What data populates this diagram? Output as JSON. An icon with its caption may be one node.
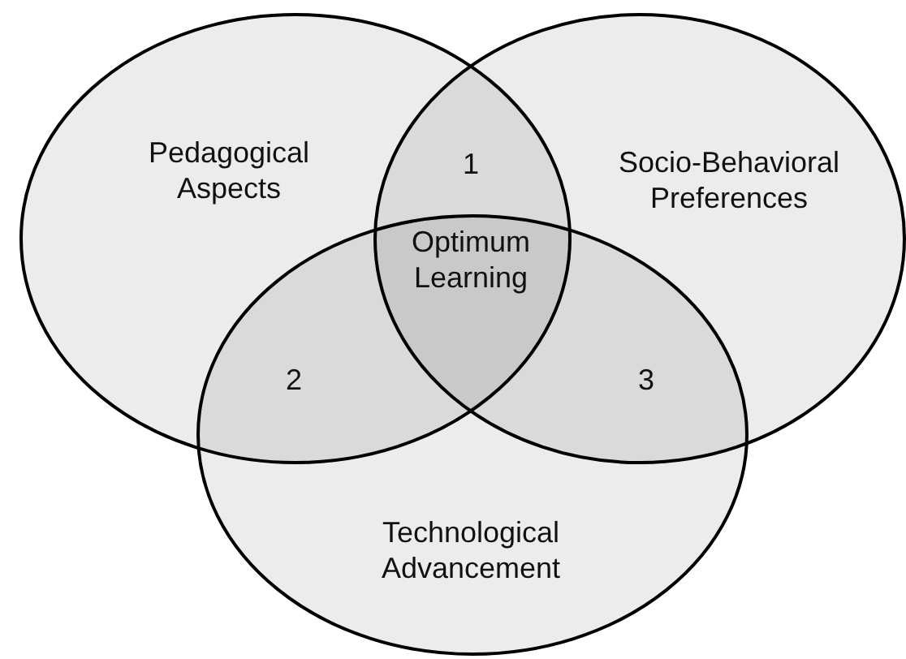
{
  "diagram": {
    "nodes": [
      {
        "text": [
          "Pedagogical Aspects"
        ]
      },
      {
        "text": [
          "Socio-Behavioral Preferences"
        ]
      },
      {
        "text": [
          "Technological Advancement"
        ]
      }
    ],
    "labels": [
      "1",
      "Optimum Learning",
      "2",
      "3"
    ]
  }
}
